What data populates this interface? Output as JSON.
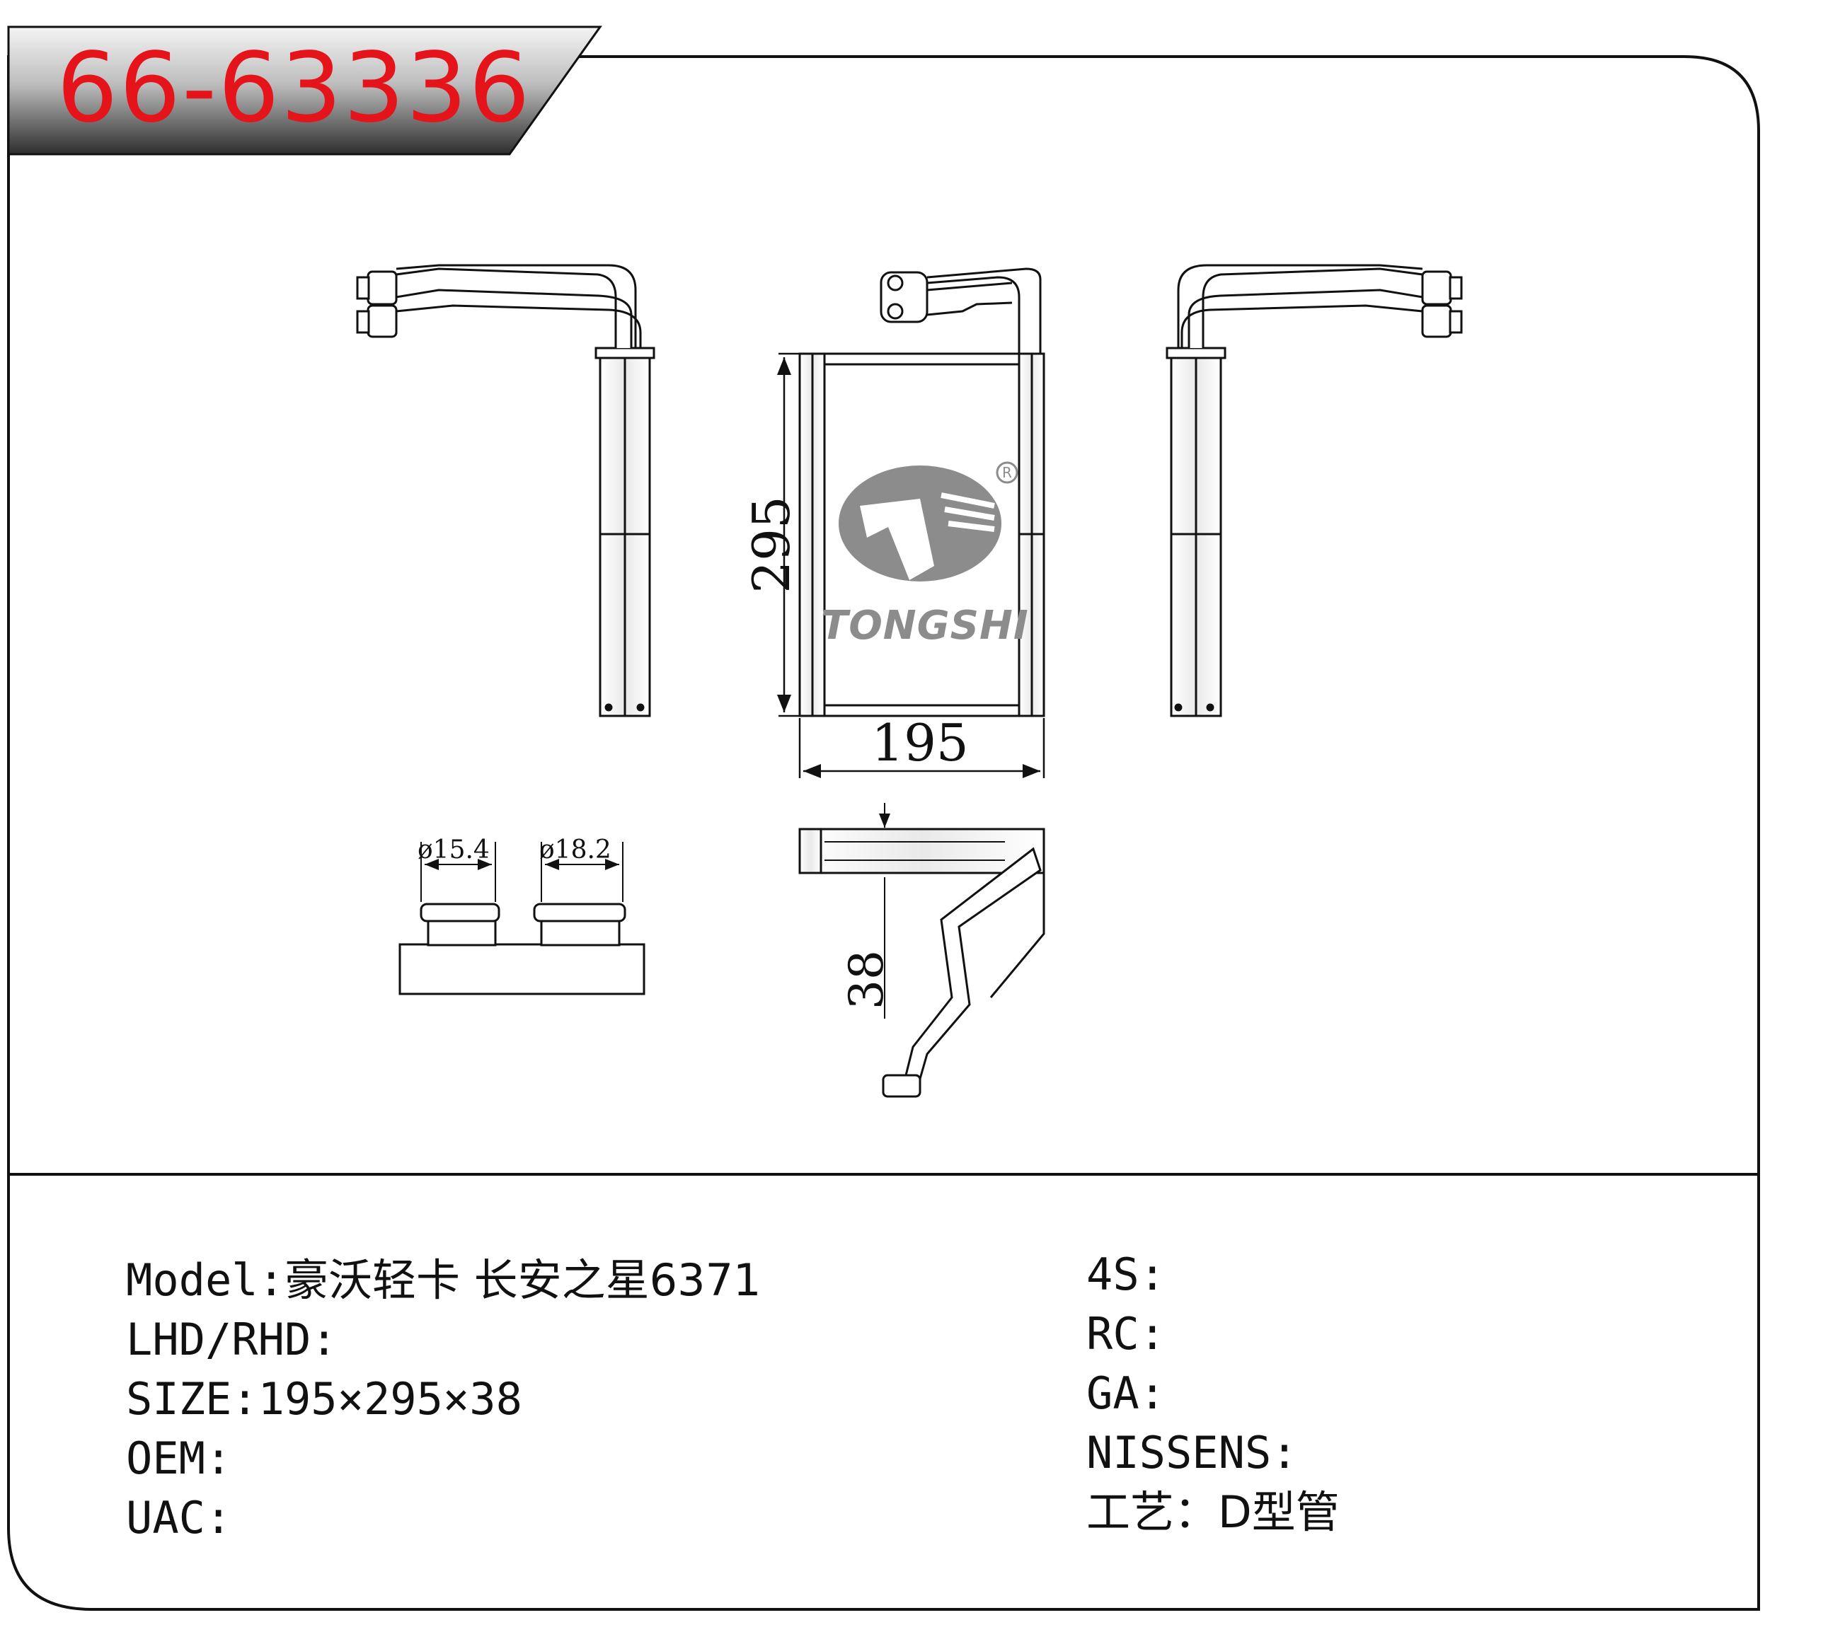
{
  "part_number": "66-63336",
  "logo": {
    "brand": "TONGSHI",
    "registered": "R"
  },
  "dimensions": {
    "width": "195",
    "height": "295",
    "depth": "38",
    "inlet_diameter": "ø15.4",
    "outlet_diameter": "ø18.2"
  },
  "specs_left": [
    {
      "label": "Model:",
      "value": "豪沃轻卡 长安之星6371"
    },
    {
      "label": "LHD/RHD:",
      "value": ""
    },
    {
      "label": "SIZE:",
      "value": "195×295×38"
    },
    {
      "label": "OEM:",
      "value": ""
    },
    {
      "label": "UAC:",
      "value": ""
    }
  ],
  "specs_right": [
    {
      "label": "4S:",
      "value": ""
    },
    {
      "label": "RC:",
      "value": ""
    },
    {
      "label": "GA:",
      "value": ""
    },
    {
      "label": "NISSENS:",
      "value": ""
    },
    {
      "label": "工艺：",
      "value": "D型管"
    }
  ],
  "colors": {
    "accent_red": "#e5141b",
    "header_dark": "#3a3a3a",
    "line": "#111111",
    "logo_gray": "#8c8c8c"
  }
}
